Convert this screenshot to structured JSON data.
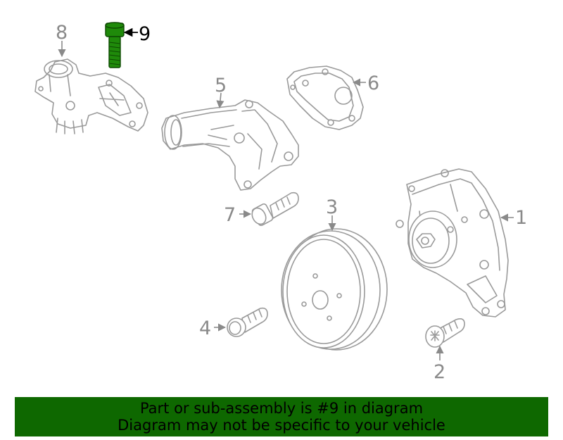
{
  "callouts": {
    "c1": "1",
    "c2": "2",
    "c3": "3",
    "c4": "4",
    "c5": "5",
    "c6": "6",
    "c7": "7",
    "c8": "8",
    "c9": "9"
  },
  "highlight_color": "#1f8a0a",
  "banner": {
    "line1": "Part or sub-assembly is #9 in diagram",
    "line2": "Diagram may not be specific to your vehicle",
    "background": "#0e6800"
  }
}
